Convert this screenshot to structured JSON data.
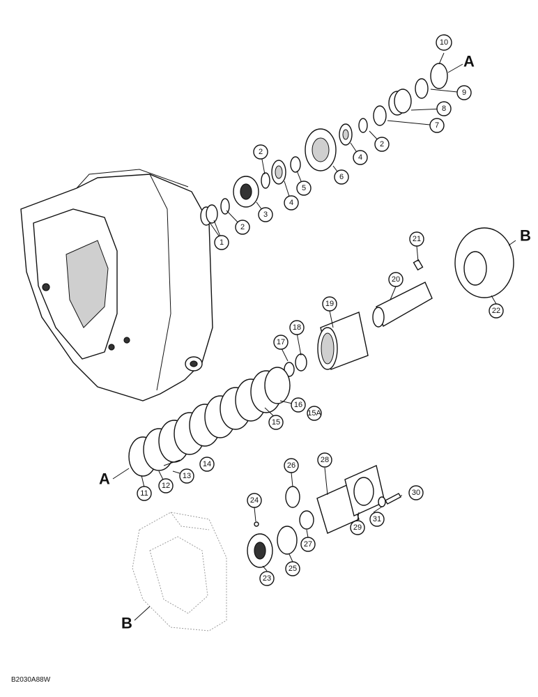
{
  "drawing_code": "B2030A88W",
  "callouts": {
    "c1": "1",
    "c2a": "2",
    "c2b": "2",
    "c2c": "2",
    "c3": "3",
    "c4a": "4",
    "c4b": "4",
    "c5": "5",
    "c6": "6",
    "c7": "7",
    "c8": "8",
    "c9": "9",
    "c10": "10",
    "c11": "11",
    "c12": "12",
    "c13": "13",
    "c14": "14",
    "c15": "15",
    "c15a": "15A",
    "c16": "16",
    "c17": "17",
    "c18": "18",
    "c19": "19",
    "c20": "20",
    "c21": "21",
    "c22": "22",
    "c23": "23",
    "c24": "24",
    "c25": "25",
    "c26": "26",
    "c27": "27",
    "c28": "28",
    "c29": "29",
    "c30": "30",
    "c31": "31"
  },
  "reference_letters": {
    "a_top": "A",
    "a_left": "A",
    "b_right": "B",
    "b_bottom": "B"
  }
}
